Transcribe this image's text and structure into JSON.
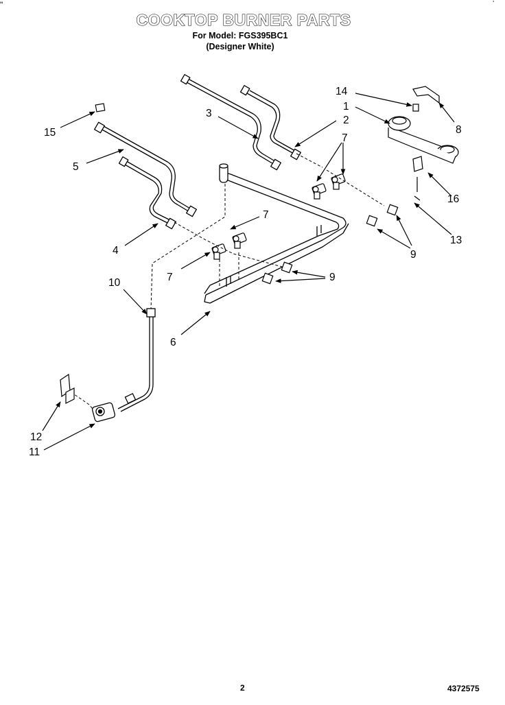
{
  "header": {
    "title": "COOKTOP BURNER PARTS",
    "model_line": "For Model: FGS395BC1",
    "color_line": "(Designer White)"
  },
  "callouts": {
    "c1": "1",
    "c2": "2",
    "c3": "3",
    "c4": "4",
    "c5": "5",
    "c6": "6",
    "c7a": "7",
    "c7b": "7",
    "c7c": "7",
    "c8": "8",
    "c9a": "9",
    "c9b": "9",
    "c10": "10",
    "c11": "11",
    "c12": "12",
    "c13": "13",
    "c14": "14",
    "c15": "15",
    "c16": "16"
  },
  "footer": {
    "page_number": "2",
    "document_number": "4372575"
  },
  "marks": {
    "corner_mark": "\"",
    "corner_tick": "’"
  }
}
